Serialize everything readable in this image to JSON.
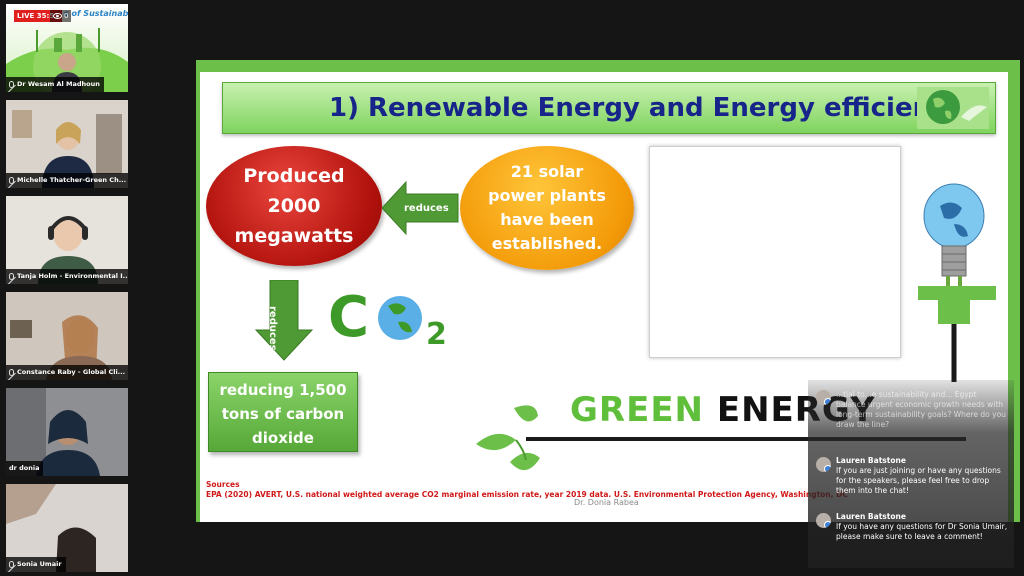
{
  "stream": {
    "live_label": "LIVE 35:51",
    "viewer_count": "0"
  },
  "participants": [
    {
      "name": "Dr Wesam Al Madhoun"
    },
    {
      "name": "Michelle Thatcher-Green Ch..."
    },
    {
      "name": "Tanja Holm - Environmental I..."
    },
    {
      "name": "Constance Raby - Global Cli..."
    },
    {
      "name": "dr donia"
    },
    {
      "name": "Sonia Umair"
    }
  ],
  "banner_fragment": "s of Sustainab",
  "slide": {
    "title": "1) Renewable Energy and Energy efficiency",
    "produced_lines": [
      "Produced",
      "2000",
      "megawatts"
    ],
    "solar_lines": [
      "21 solar",
      "power plants",
      "have been",
      "established."
    ],
    "reduces_left": "reduces",
    "reduces_down": "reduces",
    "co2_letters": {
      "c": "C",
      "sub": "2"
    },
    "reducing_lines": [
      "reducing 1,500",
      "tons of carbon",
      "dioxide"
    ],
    "green_energy": {
      "green": "GREEN",
      "energy": "ENERGY"
    },
    "sources_heading": "Sources",
    "sources_text": "EPA (2020) AVERT, U.S. national weighted average CO2 marginal emission rate, year 2019 data. U.S. Environmental Protection Agency, Washington, DC",
    "author": "Dr. Donia Rabea"
  },
  "chat": {
    "messages": [
      {
        "author": "",
        "text": "...tial to...e sustainability and... Egypt balance urgent economic growth needs with long-term sustainability goals? Where do you draw the line?"
      },
      {
        "author": "Lauren Batstone",
        "text": "If you are just joining or have any questions for the speakers, please feel free to drop them into the chat!"
      },
      {
        "author": "Lauren Batstone",
        "text": "If you have any questions for Dr Sonia Umair, please make sure to leave a comment!"
      }
    ]
  },
  "colors": {
    "accent_green": "#6cc04a",
    "title_blue": "#17248a",
    "oval_red": "#b1110c",
    "oval_orange": "#f39a08",
    "sources_red": "#d01818"
  }
}
